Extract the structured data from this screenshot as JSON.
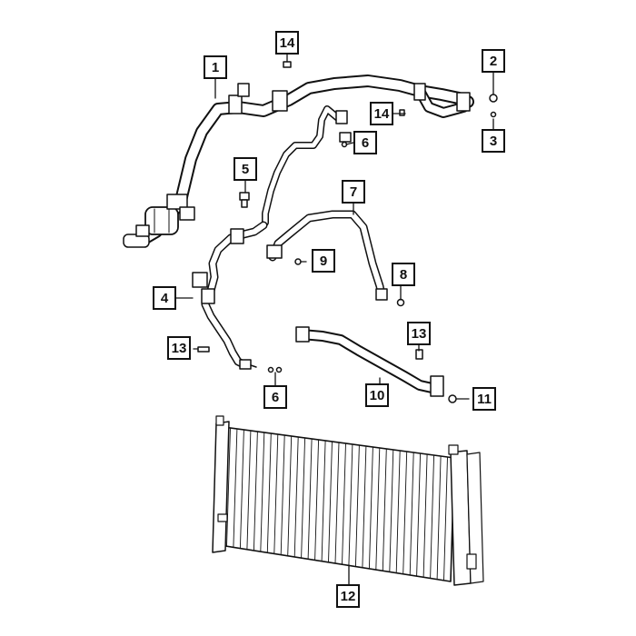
{
  "diagram": {
    "callouts": [
      {
        "id": "1",
        "label": "1"
      },
      {
        "id": "2",
        "label": "2"
      },
      {
        "id": "3",
        "label": "3"
      },
      {
        "id": "4",
        "label": "4"
      },
      {
        "id": "5",
        "label": "5"
      },
      {
        "id": "6a",
        "label": "6"
      },
      {
        "id": "6b",
        "label": "6"
      },
      {
        "id": "7",
        "label": "7"
      },
      {
        "id": "8",
        "label": "8"
      },
      {
        "id": "9",
        "label": "9"
      },
      {
        "id": "10",
        "label": "10"
      },
      {
        "id": "11",
        "label": "11"
      },
      {
        "id": "12",
        "label": "12"
      },
      {
        "id": "13a",
        "label": "13"
      },
      {
        "id": "13b",
        "label": "13"
      },
      {
        "id": "14a",
        "label": "14"
      },
      {
        "id": "14b",
        "label": "14"
      }
    ]
  }
}
